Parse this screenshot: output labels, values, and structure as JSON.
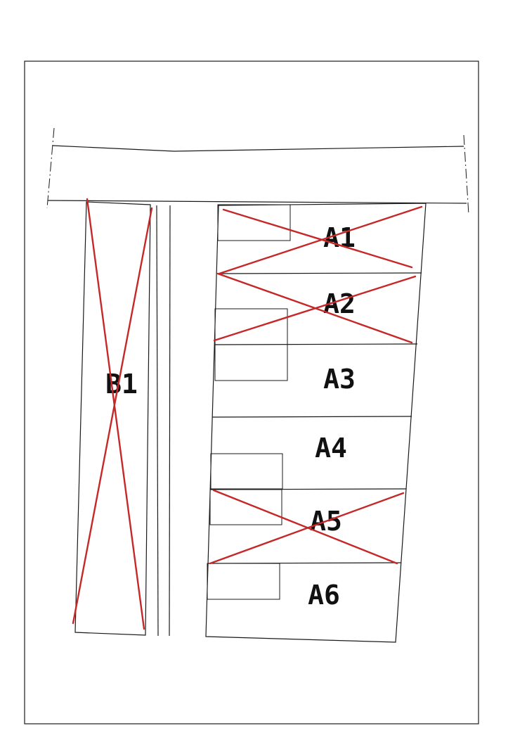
{
  "lots": [
    {
      "id": "A1",
      "label": "A1",
      "crossed": true
    },
    {
      "id": "A2",
      "label": "A2",
      "crossed": true
    },
    {
      "id": "A3",
      "label": "A3",
      "crossed": false
    },
    {
      "id": "A4",
      "label": "A4",
      "crossed": false
    },
    {
      "id": "A5",
      "label": "A5",
      "crossed": true
    },
    {
      "id": "A6",
      "label": "A6",
      "crossed": false
    },
    {
      "id": "B1",
      "label": "B1",
      "crossed": true
    }
  ],
  "colors": {
    "line": "#1a1a1a",
    "cross": "#c62828",
    "background": "#ffffff"
  }
}
